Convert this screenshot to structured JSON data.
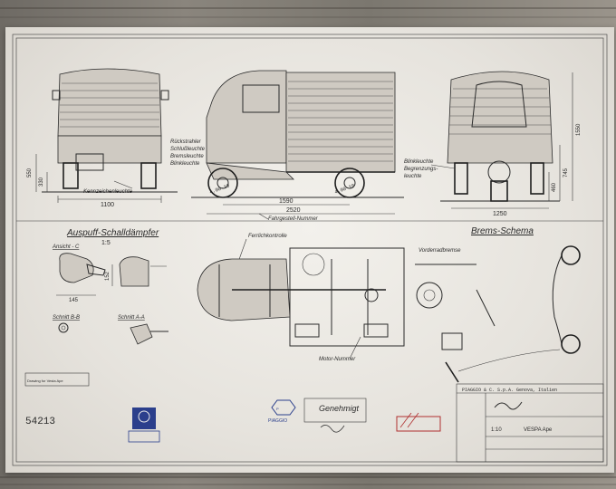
{
  "drawing": {
    "section_exhaust_title": "Auspuff-Schalldämpfer",
    "section_exhaust_scale": "1:5",
    "section_brake_title": "Brems-Schema",
    "view_c_label": "Ansicht - C",
    "section_bb_label": "Schnitt B-B",
    "section_aa_label": "Schnitt A-A",
    "rear_labels": [
      "Rückstrahler",
      "Schlußleuchte",
      "Bremsleuchte",
      "Blinkleuchte"
    ],
    "plate_light_label": "Kennzeichenleuchte",
    "front_labels": [
      "Blinkleuchte",
      "Begrenzungs-",
      "leuchte"
    ],
    "chassis_number_label": "Fahrgestell-Nummer",
    "fuel_check_label": "Ferrlichkontrolle",
    "motor_number_label": "Motor-Nummer",
    "front_brake_label": "Vorderradbremse",
    "dimensions": {
      "rear_width": "1100",
      "rear_h1": "550",
      "rear_h2": "330",
      "wheelbase": "1590",
      "length": "2520",
      "front_width": "1250",
      "height": "1550",
      "front_h1": "745",
      "front_h2": "460",
      "exhaust_dim": "145",
      "exhaust_dim2": "152",
      "tyre_left": "4.00-10",
      "tyre_right": "4.00-10"
    }
  },
  "stamp": {
    "id_number": "54213",
    "approval_text": "Genehmigt",
    "brand": "PIAGGIO",
    "small_text_left": "Drawing for Vesta Ape",
    "company": "PIAGGIO & C. S.p.A. Genova, Italien",
    "model": "VESPA Ape",
    "scale": "1:10"
  },
  "colors": {
    "ink": "#2a2a2a",
    "paper": "#ece9e3",
    "stamp_blue": "#2b3f8c",
    "stamp_red": "#b03030"
  }
}
